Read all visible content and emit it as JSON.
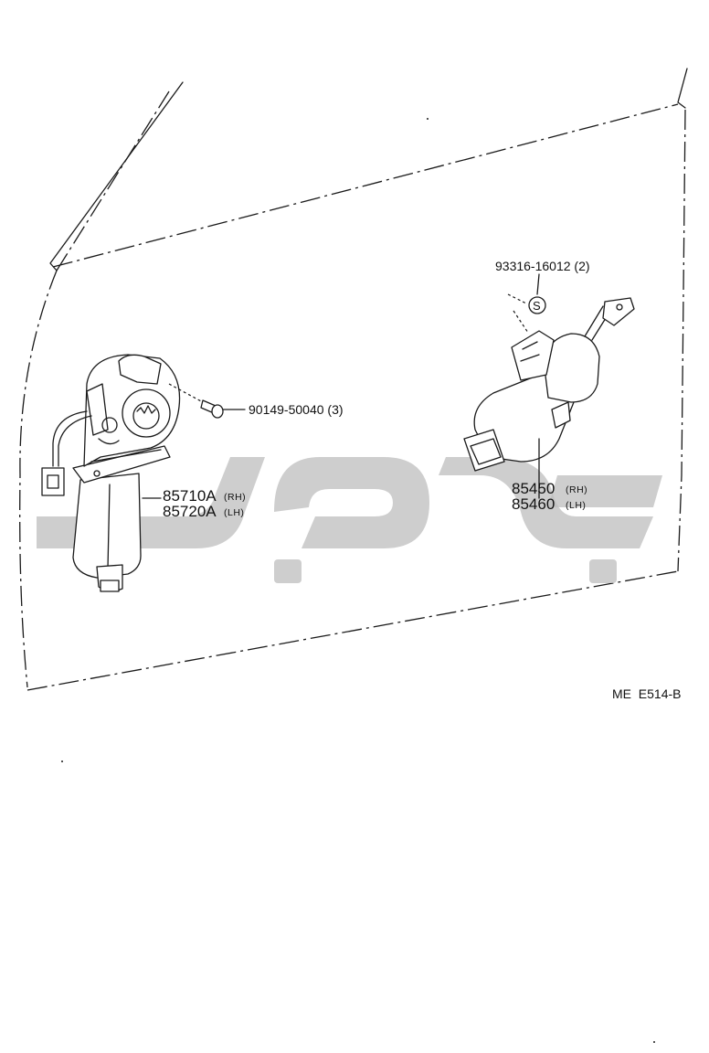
{
  "diagram_code": "ME  E514-B",
  "parts": [
    {
      "id": "window-regulator-motor",
      "part_no_1": "85710A",
      "side_1": "(RH)",
      "part_no_2": "85720A",
      "side_2": "(LH)"
    },
    {
      "id": "motor-screw",
      "label": "90149-50040 (3)"
    },
    {
      "id": "door-lock-cylinder",
      "part_no_1": "85450",
      "side_1": "(RH)",
      "part_no_2": "85460",
      "side_2": "(LH)"
    },
    {
      "id": "lock-screw",
      "label": "93316-16012 (2)"
    }
  ],
  "watermark_color": "#bdbdbd"
}
